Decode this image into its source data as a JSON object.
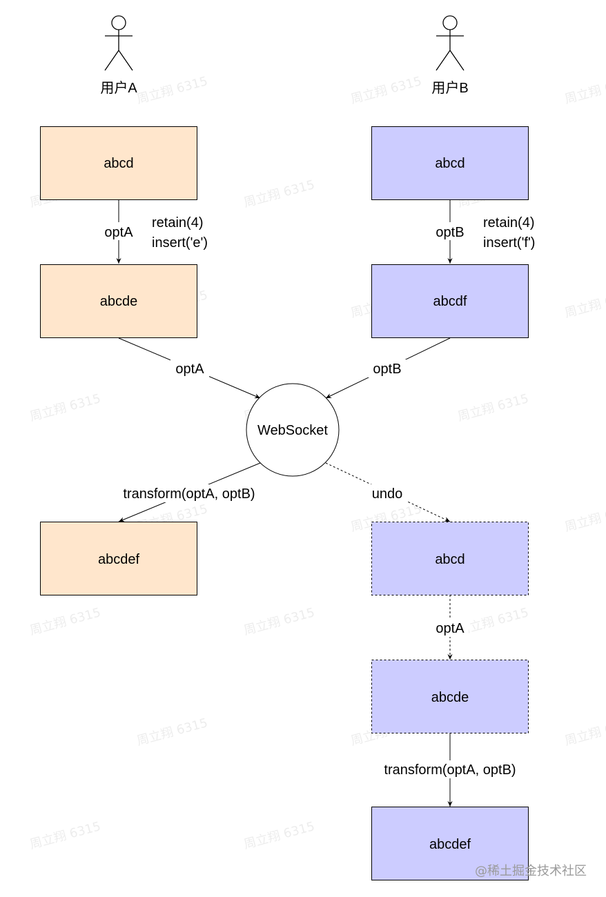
{
  "actors": {
    "user_a": "用户A",
    "user_b": "用户B"
  },
  "boxes": {
    "a1": "abcd",
    "a2": "abcde",
    "a3": "abcdef",
    "b1": "abcd",
    "b2": "abcdf",
    "b3": "abcd",
    "b4": "abcde",
    "b5": "abcdef"
  },
  "server": "WebSocket",
  "edges": {
    "a1_a2": "optA",
    "a1_a2_note_1": "retain(4)",
    "a1_a2_note_2": "insert('e')",
    "b1_b2": "optB",
    "b1_b2_note_1": "retain(4)",
    "b1_b2_note_2": "insert('f')",
    "a2_server": "optA",
    "b2_server": "optB",
    "server_a3": "transform(optA, optB)",
    "server_b3": "undo",
    "b3_b4": "optA",
    "b4_b5": "transform(optA, optB)"
  },
  "watermark": "周立翔 6315",
  "footer": "@稀土掘金技术社区",
  "colors": {
    "user_a_fill": "#ffe6cc",
    "user_b_fill": "#ccccff",
    "stroke": "#000000"
  }
}
